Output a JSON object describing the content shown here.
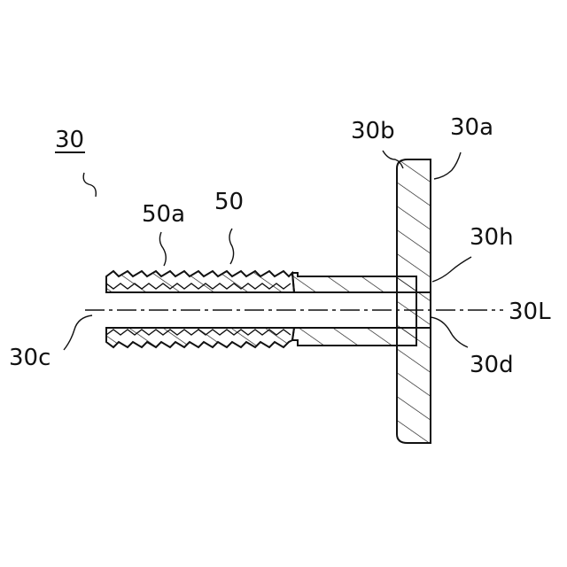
{
  "figure": {
    "labels": {
      "assembly": "30",
      "flange": "30a",
      "flange_edge": "30b",
      "bore_inlet": "30c",
      "bore_outlet": "30d",
      "shoulder": "30h",
      "axis": "30L",
      "threaded_part": "50",
      "thread": "50a"
    }
  }
}
